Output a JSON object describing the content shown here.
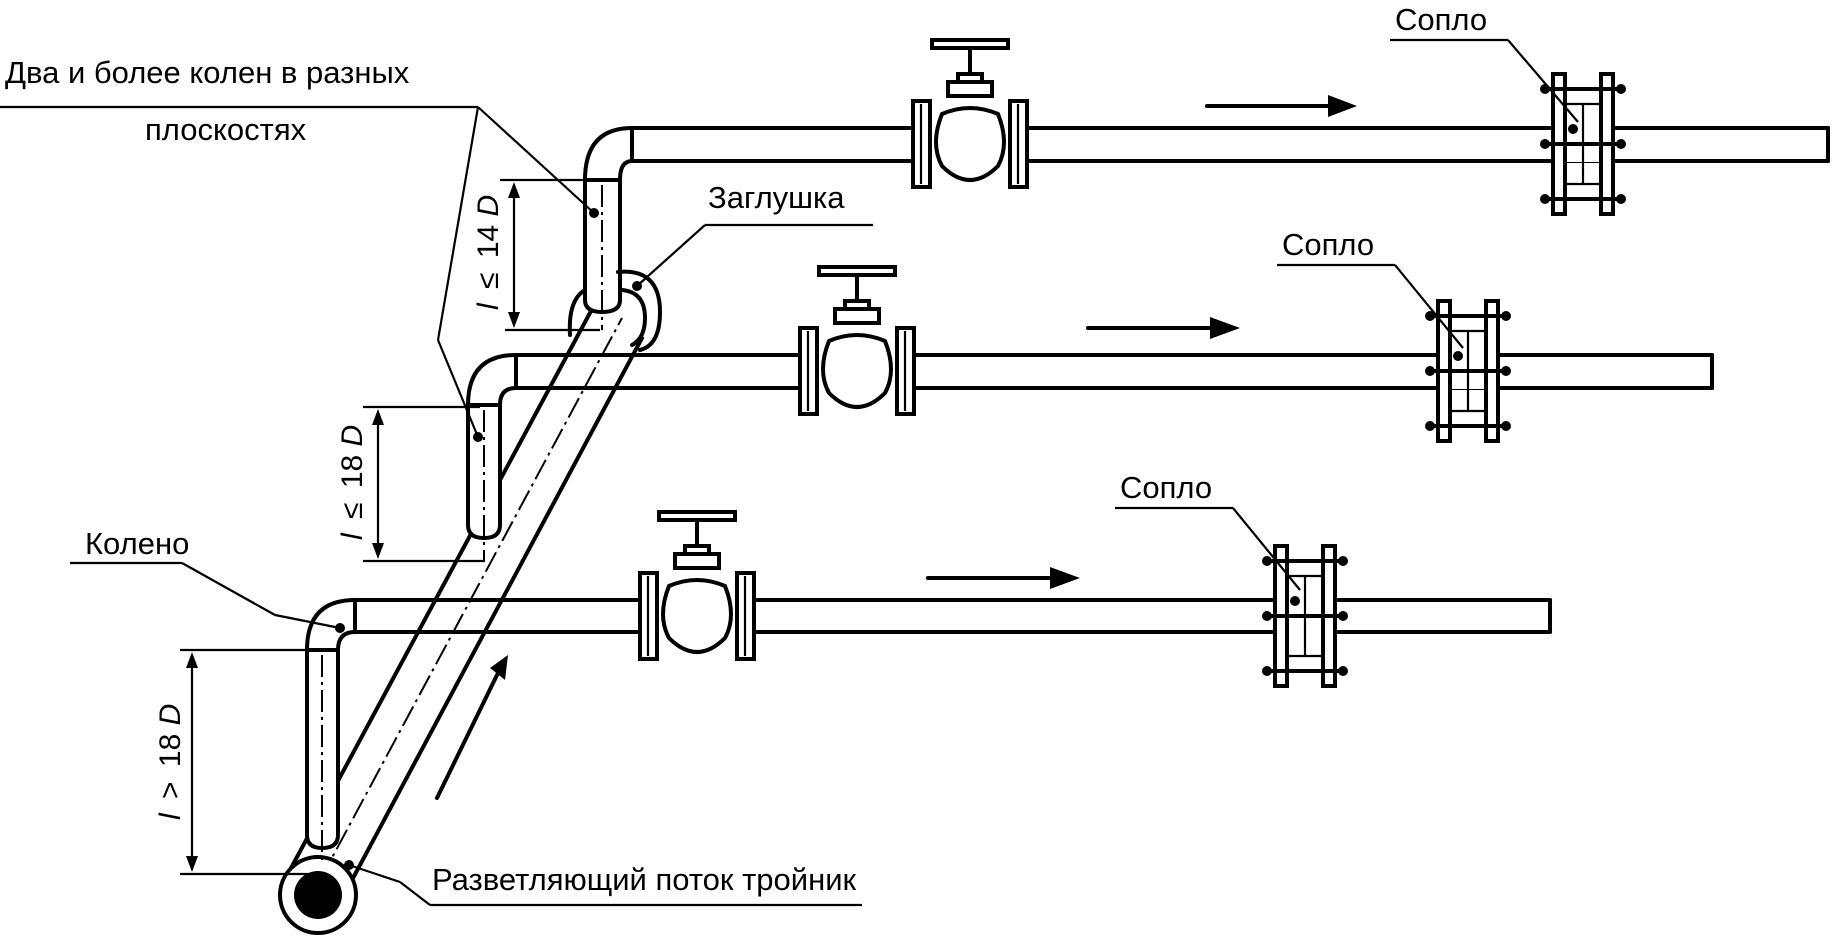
{
  "diagram": {
    "labels": {
      "two_bends": "Два и более колен в разных",
      "two_bends_line2": "плоскостях",
      "plug": "Заглушка",
      "elbow": "Колено",
      "tee": "Разветляющий поток тройник",
      "nozzle_top": "Сопло",
      "nozzle_middle": "Сопло",
      "nozzle_bottom": "Сопло"
    },
    "dimensions": {
      "upper": {
        "var": "l",
        "relation": "≤",
        "value": "14",
        "unit": "D"
      },
      "middle": {
        "var": "l",
        "relation": "≤",
        "value": "18",
        "unit": "D"
      },
      "lower": {
        "var": "l",
        "relation": ">",
        "value": "18",
        "unit": "D"
      }
    },
    "branches": [
      {
        "id": "top",
        "components": [
          "valve",
          "flow-arrow",
          "nozzle"
        ]
      },
      {
        "id": "middle",
        "components": [
          "valve",
          "flow-arrow",
          "nozzle"
        ]
      },
      {
        "id": "bottom",
        "components": [
          "valve",
          "flow-arrow",
          "nozzle"
        ]
      }
    ],
    "colors": {
      "line": "#000000",
      "background": "#ffffff"
    }
  }
}
